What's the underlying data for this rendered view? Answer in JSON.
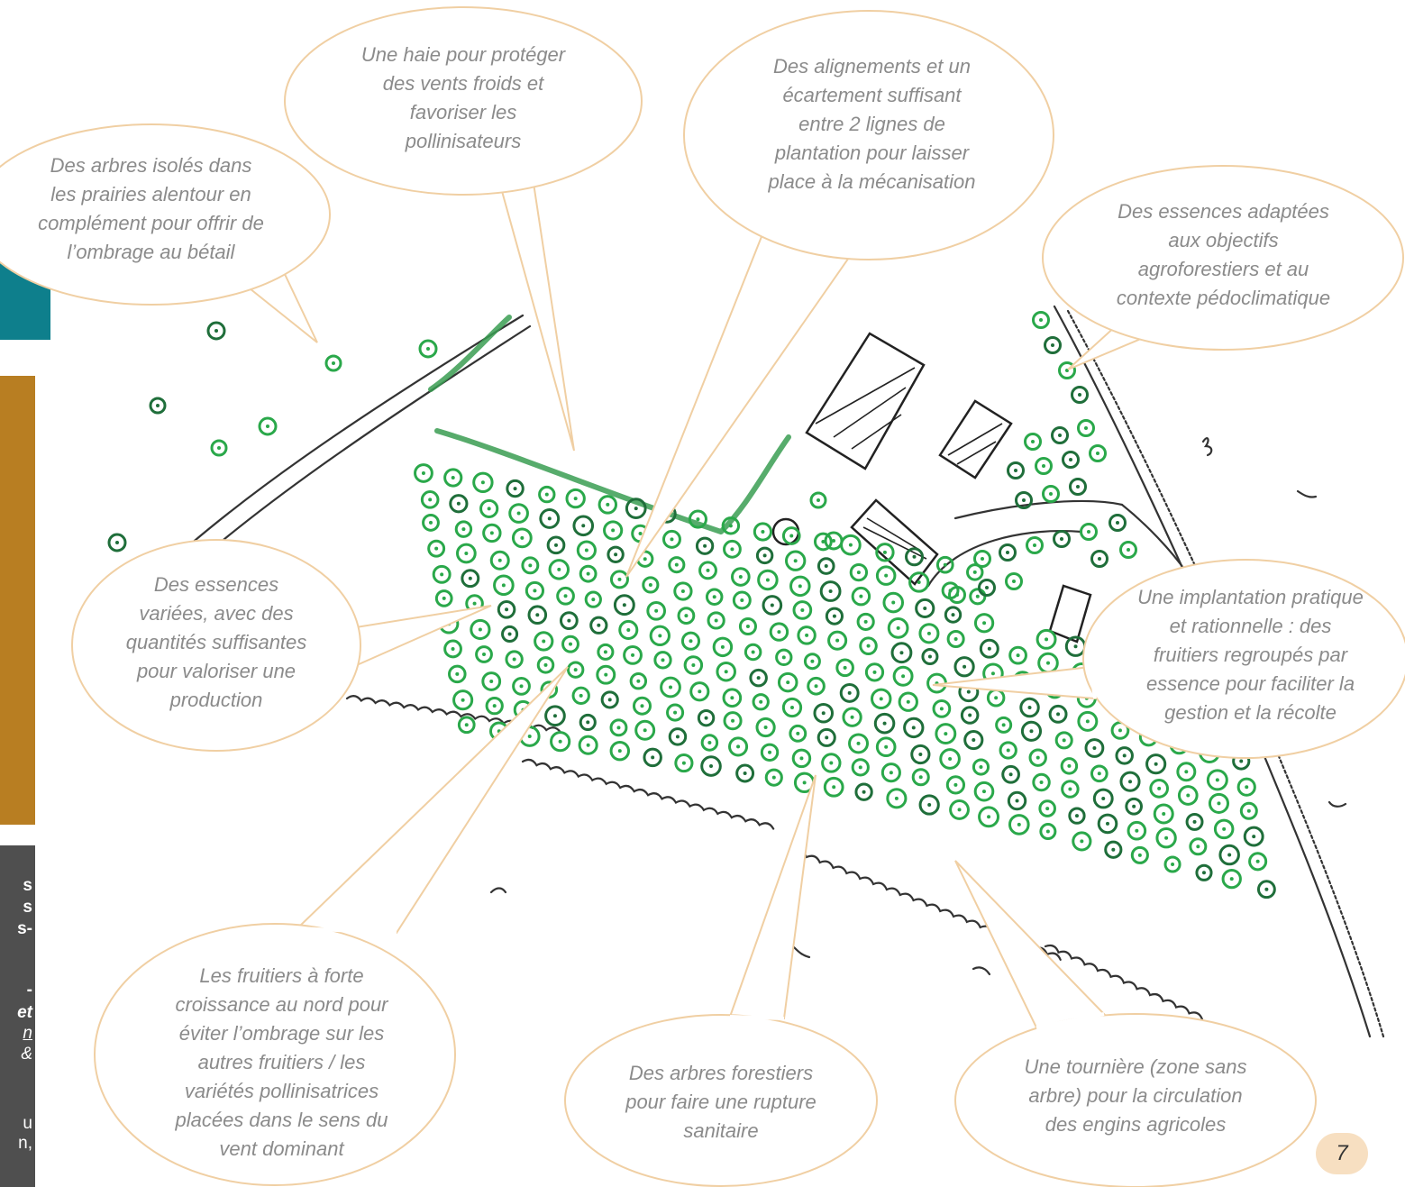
{
  "colors": {
    "teal_panel": "#0e7f8c",
    "gold_panel": "#b87e22",
    "grey_panel": "#4f4f4f",
    "bubble_stroke": "#f0cfa3",
    "label_text": "#8b8b8b",
    "tree_green": "#2aa84a",
    "tree_dark_green": "#1f6e3a",
    "page_badge": "#f7dfc1"
  },
  "callouts": {
    "isolated_trees": "Des arbres isolés dans\nles prairies alentour en\ncomplément pour offrir de\nl’ombrage au bétail",
    "hedge": "Une haie pour protéger\ndes vents froids et\nfavoriser les\npollinisateurs",
    "alignments": "Des alignements et un\nécartement suffisant\nentre 2 lignes de\nplantation pour laisser\nplace à la mécanisation",
    "adapted_species": "Des essences adaptées\naux objectifs\nagroforestiers et au\ncontexte pédoclimatique",
    "varied_species": "Des essences\nvariées, avec des\nquantités suffisantes\npour valoriser une\nproduction",
    "practical_layout": "Une implantation pratique\net rationnelle : des\nfruitiers regroupés par\nessence pour faciliter la\ngestion et la récolte",
    "north_fruit_trees": "Les fruitiers à forte\ncroissance au nord pour\néviter l’ombrage sur les\nautres fruitiers / les\nvariétés pollinisatrices\nplacées dans le sens du\nvent dominant",
    "forest_trees": "Des arbres forestiers\npour faire une rupture\nsanitaire",
    "headland": "Une tournière (zone sans\narbre) pour la circulation\ndes engins agricoles"
  },
  "side_panel_fragments": {
    "line1": "s",
    "line2": "s",
    "line3": "s-",
    "line4": "-",
    "line5": "et",
    "line6": "n",
    "line7": "&",
    "line8": "u",
    "line9": "n,"
  },
  "page_number": "7"
}
